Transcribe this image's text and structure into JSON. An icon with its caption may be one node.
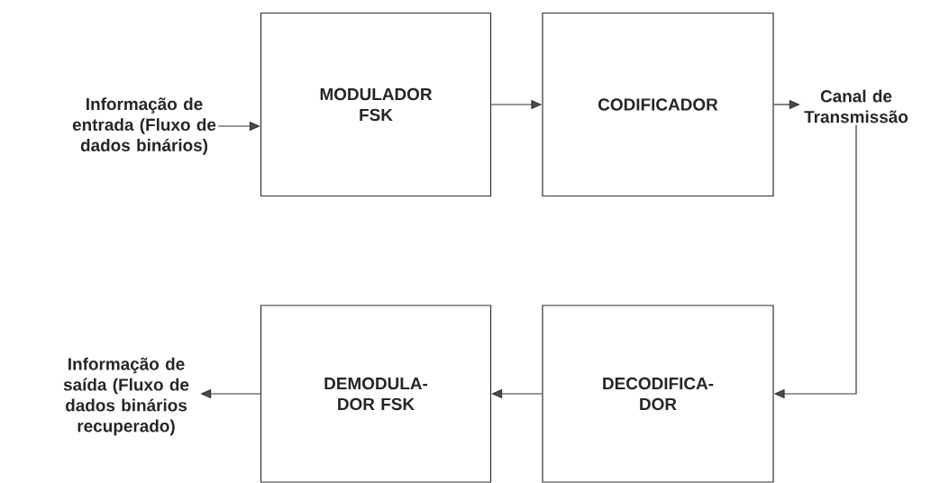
{
  "diagram": {
    "nodes": [
      {
        "text": [
          "Informação de entrada (Fluxo de dados binários)"
        ]
      },
      {
        "text": [
          "MODULADOR FSK"
        ]
      },
      {
        "text": [
          "CODIFICADOR"
        ]
      },
      {
        "text": [
          "Canal de Transmissão"
        ]
      },
      {
        "text": [
          "DECODIFICA- DOR"
        ]
      },
      {
        "text": [
          "DEMODULA- DOR FSK"
        ]
      },
      {
        "text": [
          "Informação de saída (Fluxo de dados binários recuperado)"
        ]
      }
    ],
    "edges": [
      {
        "from": 0,
        "to": 1,
        "arrow": "to"
      },
      {
        "from": 1,
        "to": 2,
        "arrow": "to"
      },
      {
        "from": 2,
        "to": 3,
        "arrow": "to"
      },
      {
        "from": 3,
        "to": 4,
        "arrow": "to"
      },
      {
        "from": 4,
        "to": 5,
        "arrow": "to"
      },
      {
        "from": 5,
        "to": 6,
        "arrow": "to"
      }
    ]
  }
}
